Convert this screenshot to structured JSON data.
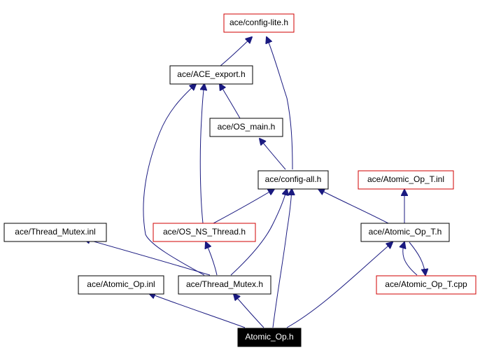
{
  "colors": {
    "edge": "#1a1a80",
    "node_border": "#000000",
    "node_border_external": "#d00000",
    "focus_fill": "#000000",
    "focus_text": "#ffffff"
  },
  "nodes": {
    "config_lite": {
      "label": "ace/config-lite.h"
    },
    "ace_export": {
      "label": "ace/ACE_export.h"
    },
    "os_main": {
      "label": "ace/OS_main.h"
    },
    "config_all": {
      "label": "ace/config-all.h"
    },
    "atomic_op_t_inl": {
      "label": "ace/Atomic_Op_T.inl"
    },
    "thread_mutex_inl": {
      "label": "ace/Thread_Mutex.inl"
    },
    "os_ns_thread": {
      "label": "ace/OS_NS_Thread.h"
    },
    "atomic_op_t_h": {
      "label": "ace/Atomic_Op_T.h"
    },
    "atomic_op_inl": {
      "label": "ace/Atomic_Op.inl"
    },
    "thread_mutex_h": {
      "label": "ace/Thread_Mutex.h"
    },
    "atomic_op_t_cpp": {
      "label": "ace/Atomic_Op_T.cpp"
    },
    "atomic_op_h": {
      "label": "Atomic_Op.h"
    }
  }
}
